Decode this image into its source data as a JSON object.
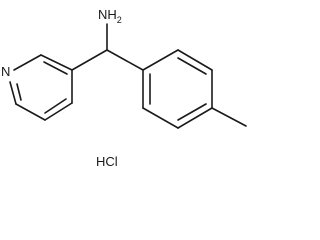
{
  "molecule": {
    "amine_label": "NH",
    "amine_subscript": "2",
    "pyridine_nitrogen_label": "N",
    "salt_label": "HCl"
  },
  "colors": {
    "ink": "#1a1a1a",
    "background": "#ffffff"
  }
}
